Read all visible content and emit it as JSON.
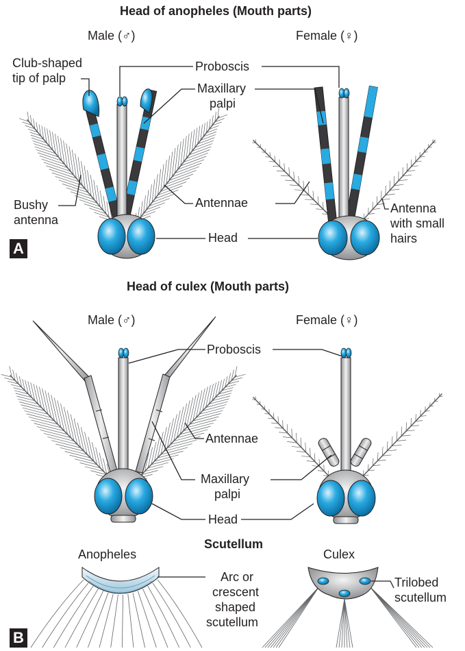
{
  "panel_a": {
    "badge": "A",
    "title": "Head of anopheles (Mouth parts)",
    "male": "Male (♂)",
    "female": "Female (♀)",
    "labels": {
      "club_line1": "Club-shaped",
      "club_line2": "tip of palp",
      "proboscis": "Proboscis",
      "maxillary_line1": "Maxillary",
      "maxillary_line2": "palpi",
      "bushy_line1": "Bushy",
      "bushy_line2": "antenna",
      "antennae": "Antennae",
      "head": "Head",
      "small_line1": "Antenna",
      "small_line2": "with small",
      "small_line3": "hairs"
    }
  },
  "panel_b": {
    "badge": "B",
    "title": "Head of culex (Mouth parts)",
    "male": "Male (♂)",
    "female": "Female (♀)",
    "labels": {
      "proboscis": "Proboscis",
      "antennae": "Antennae",
      "maxillary_line1": "Maxillary",
      "maxillary_line2": "palpi",
      "head": "Head"
    },
    "scutellum": {
      "title": "Scutellum",
      "anopheles": "Anopheles",
      "culex": "Culex",
      "arc_line1": "Arc or",
      "arc_line2": "crescent",
      "arc_line3": "shaped",
      "arc_line4": "scutellum",
      "tri_line1": "Trilobed",
      "tri_line2": "scutellum"
    }
  },
  "colors": {
    "eye_blue": "#29aae1",
    "proboscis_gray": "#b8babd",
    "palp_band_dark": "#3a3a3c",
    "outline": "#231f20"
  }
}
